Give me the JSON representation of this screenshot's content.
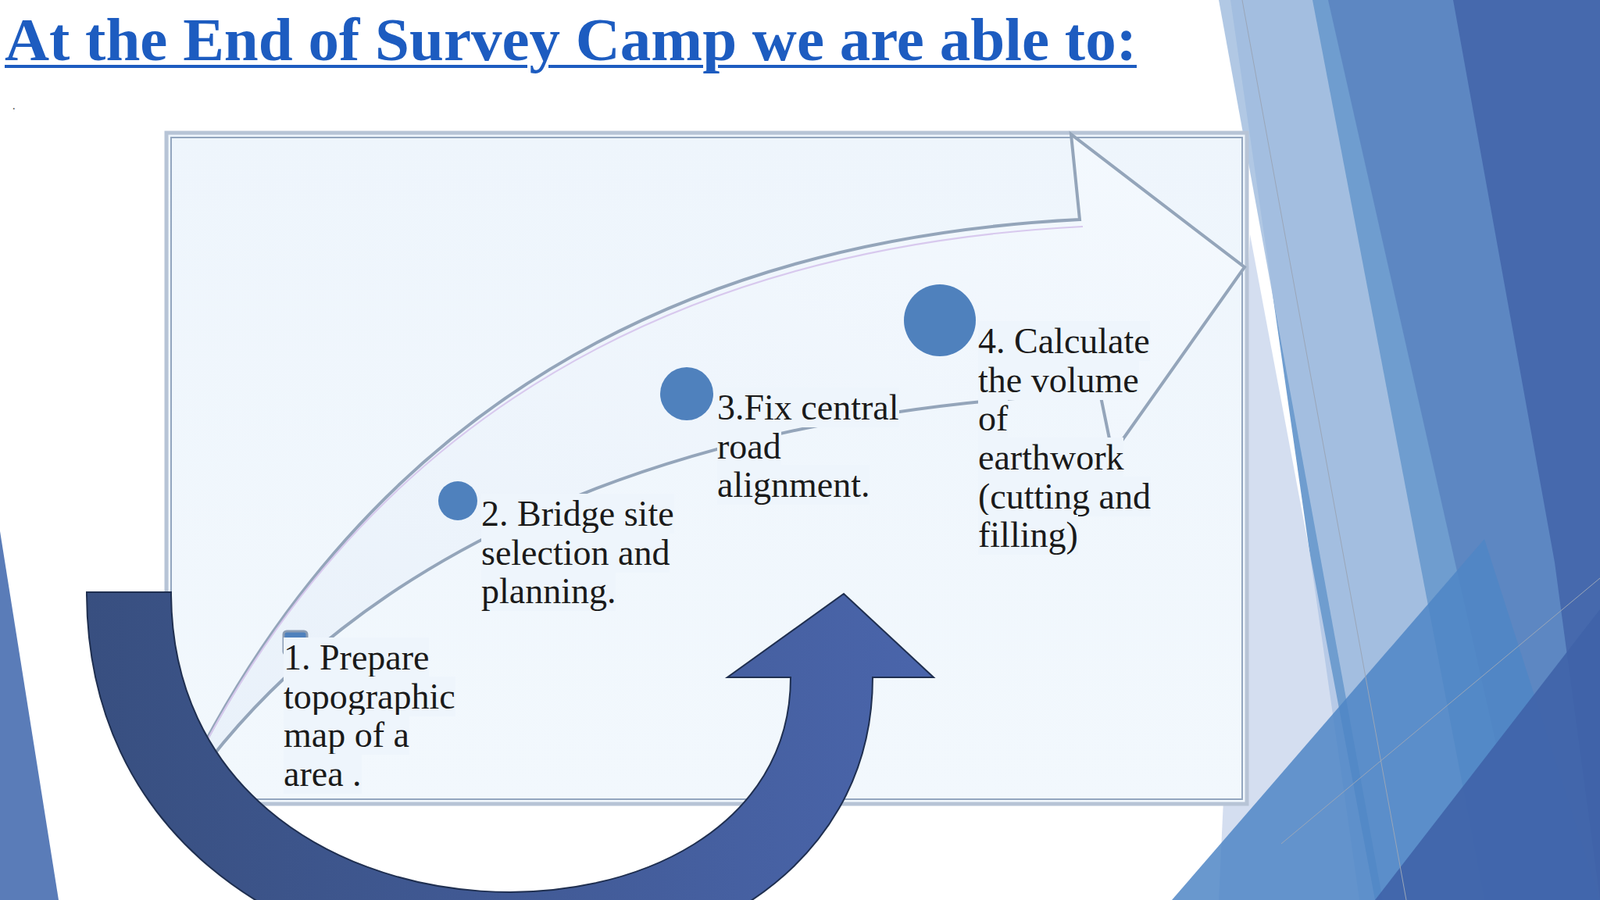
{
  "diagram": {
    "title": "At the End of Survey Camp we are able to:",
    "nodes": [
      {
        "text": [
          "1. Prepare topographic map of a area ."
        ]
      },
      {
        "text": [
          "2. Bridge site selection and planning."
        ]
      },
      {
        "text": [
          "3.Fix central road alignment."
        ]
      },
      {
        "text": [
          "4. Calculate the volume of earthwork (cutting and filling)"
        ]
      }
    ],
    "labels": [
      "."
    ]
  }
}
